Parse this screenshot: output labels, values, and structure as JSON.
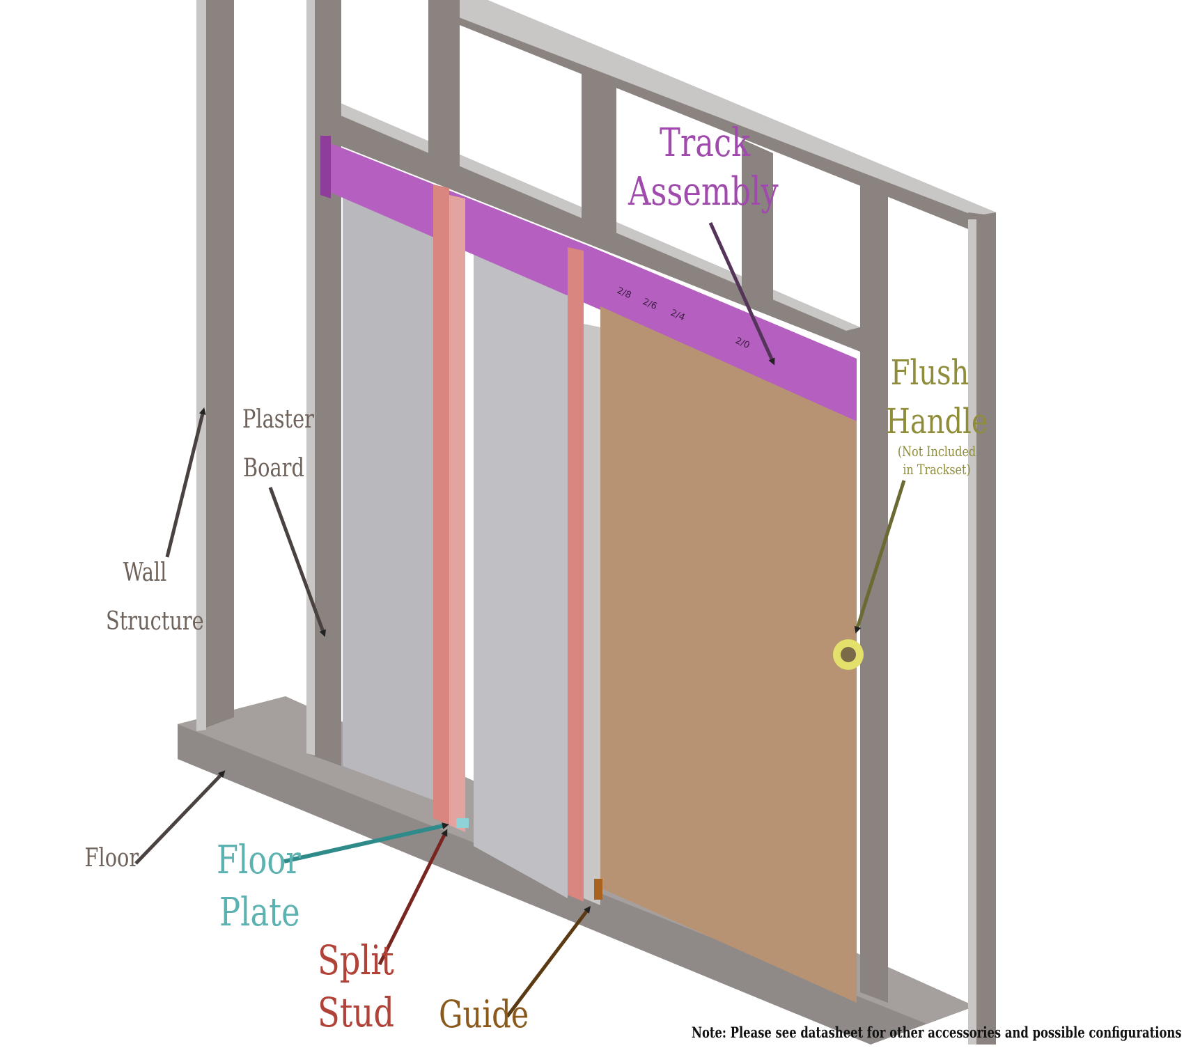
{
  "labels": {
    "track_assembly": [
      "Track",
      "Assembly"
    ],
    "flush_handle": [
      "Flush",
      "Handle"
    ],
    "flush_handle_note": [
      "(Not Included",
      "in Trackset)"
    ],
    "plaster_board": [
      "Plaster",
      "Board"
    ],
    "wall_structure": [
      "Wall",
      "Structure"
    ],
    "floor": "Floor",
    "floor_plate": [
      "Floor",
      "Plate"
    ],
    "split_stud": [
      "Split",
      "Stud"
    ],
    "guide": "Guide"
  },
  "track_markings": [
    "2/8",
    "2/6",
    "2/4",
    "2/0"
  ],
  "note": "Note: Please see datasheet for other accessories and possible configurations",
  "colors": {
    "frame": "#8a8380",
    "frame_light": "#c9c6c6",
    "plaster": "#b9b9bd",
    "track": "#b55fc1",
    "split_stud": "#d98580",
    "door": "#b89373",
    "handle": "#e3e16b"
  }
}
